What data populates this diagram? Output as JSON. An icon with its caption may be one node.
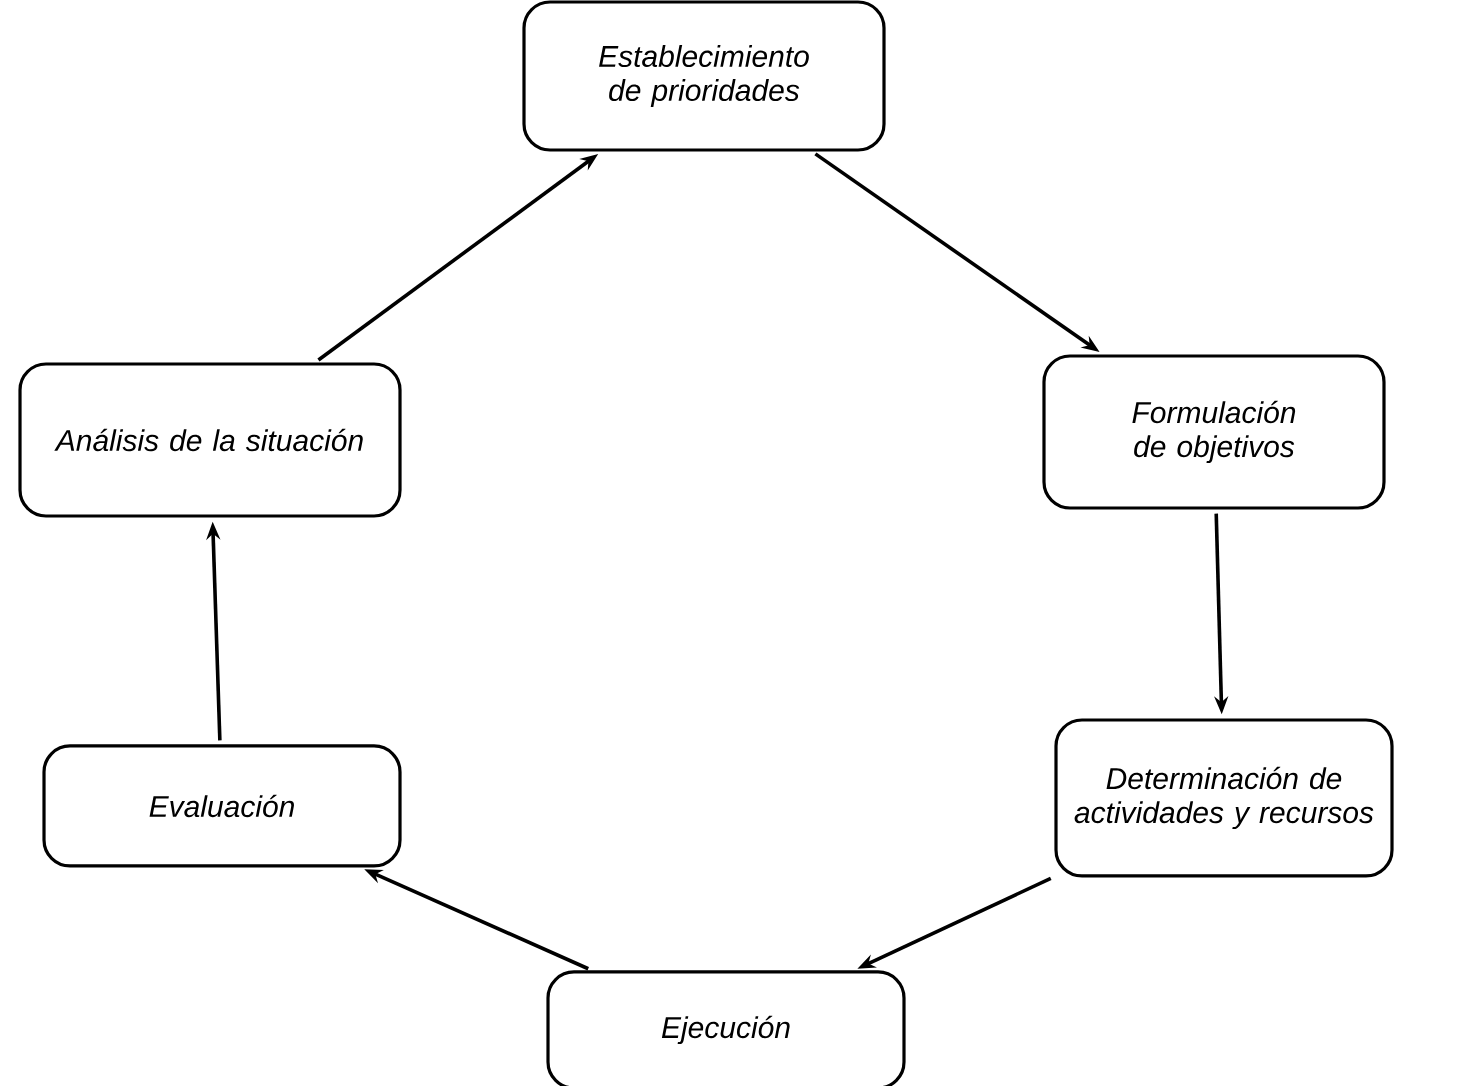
{
  "diagram": {
    "nodes": [
      {
        "text": [
          "Establecimiento de prioridades"
        ]
      },
      {
        "text": [
          "Formulación de objetivos"
        ]
      },
      {
        "text": [
          "Determinación de actividades y recursos"
        ]
      },
      {
        "text": [
          "Ejecución"
        ]
      },
      {
        "text": [
          "Evaluación"
        ]
      },
      {
        "text": [
          "Análisis de la situación"
        ]
      }
    ],
    "edges": [
      {
        "from": 0,
        "to": 1,
        "arrow": "to"
      },
      {
        "from": 1,
        "to": 2,
        "arrow": "to"
      },
      {
        "from": 2,
        "to": 3,
        "arrow": "to"
      },
      {
        "from": 3,
        "to": 4,
        "arrow": "to"
      },
      {
        "from": 4,
        "to": 5,
        "arrow": "to"
      },
      {
        "from": 5,
        "to": 0,
        "arrow": "to"
      }
    ]
  }
}
